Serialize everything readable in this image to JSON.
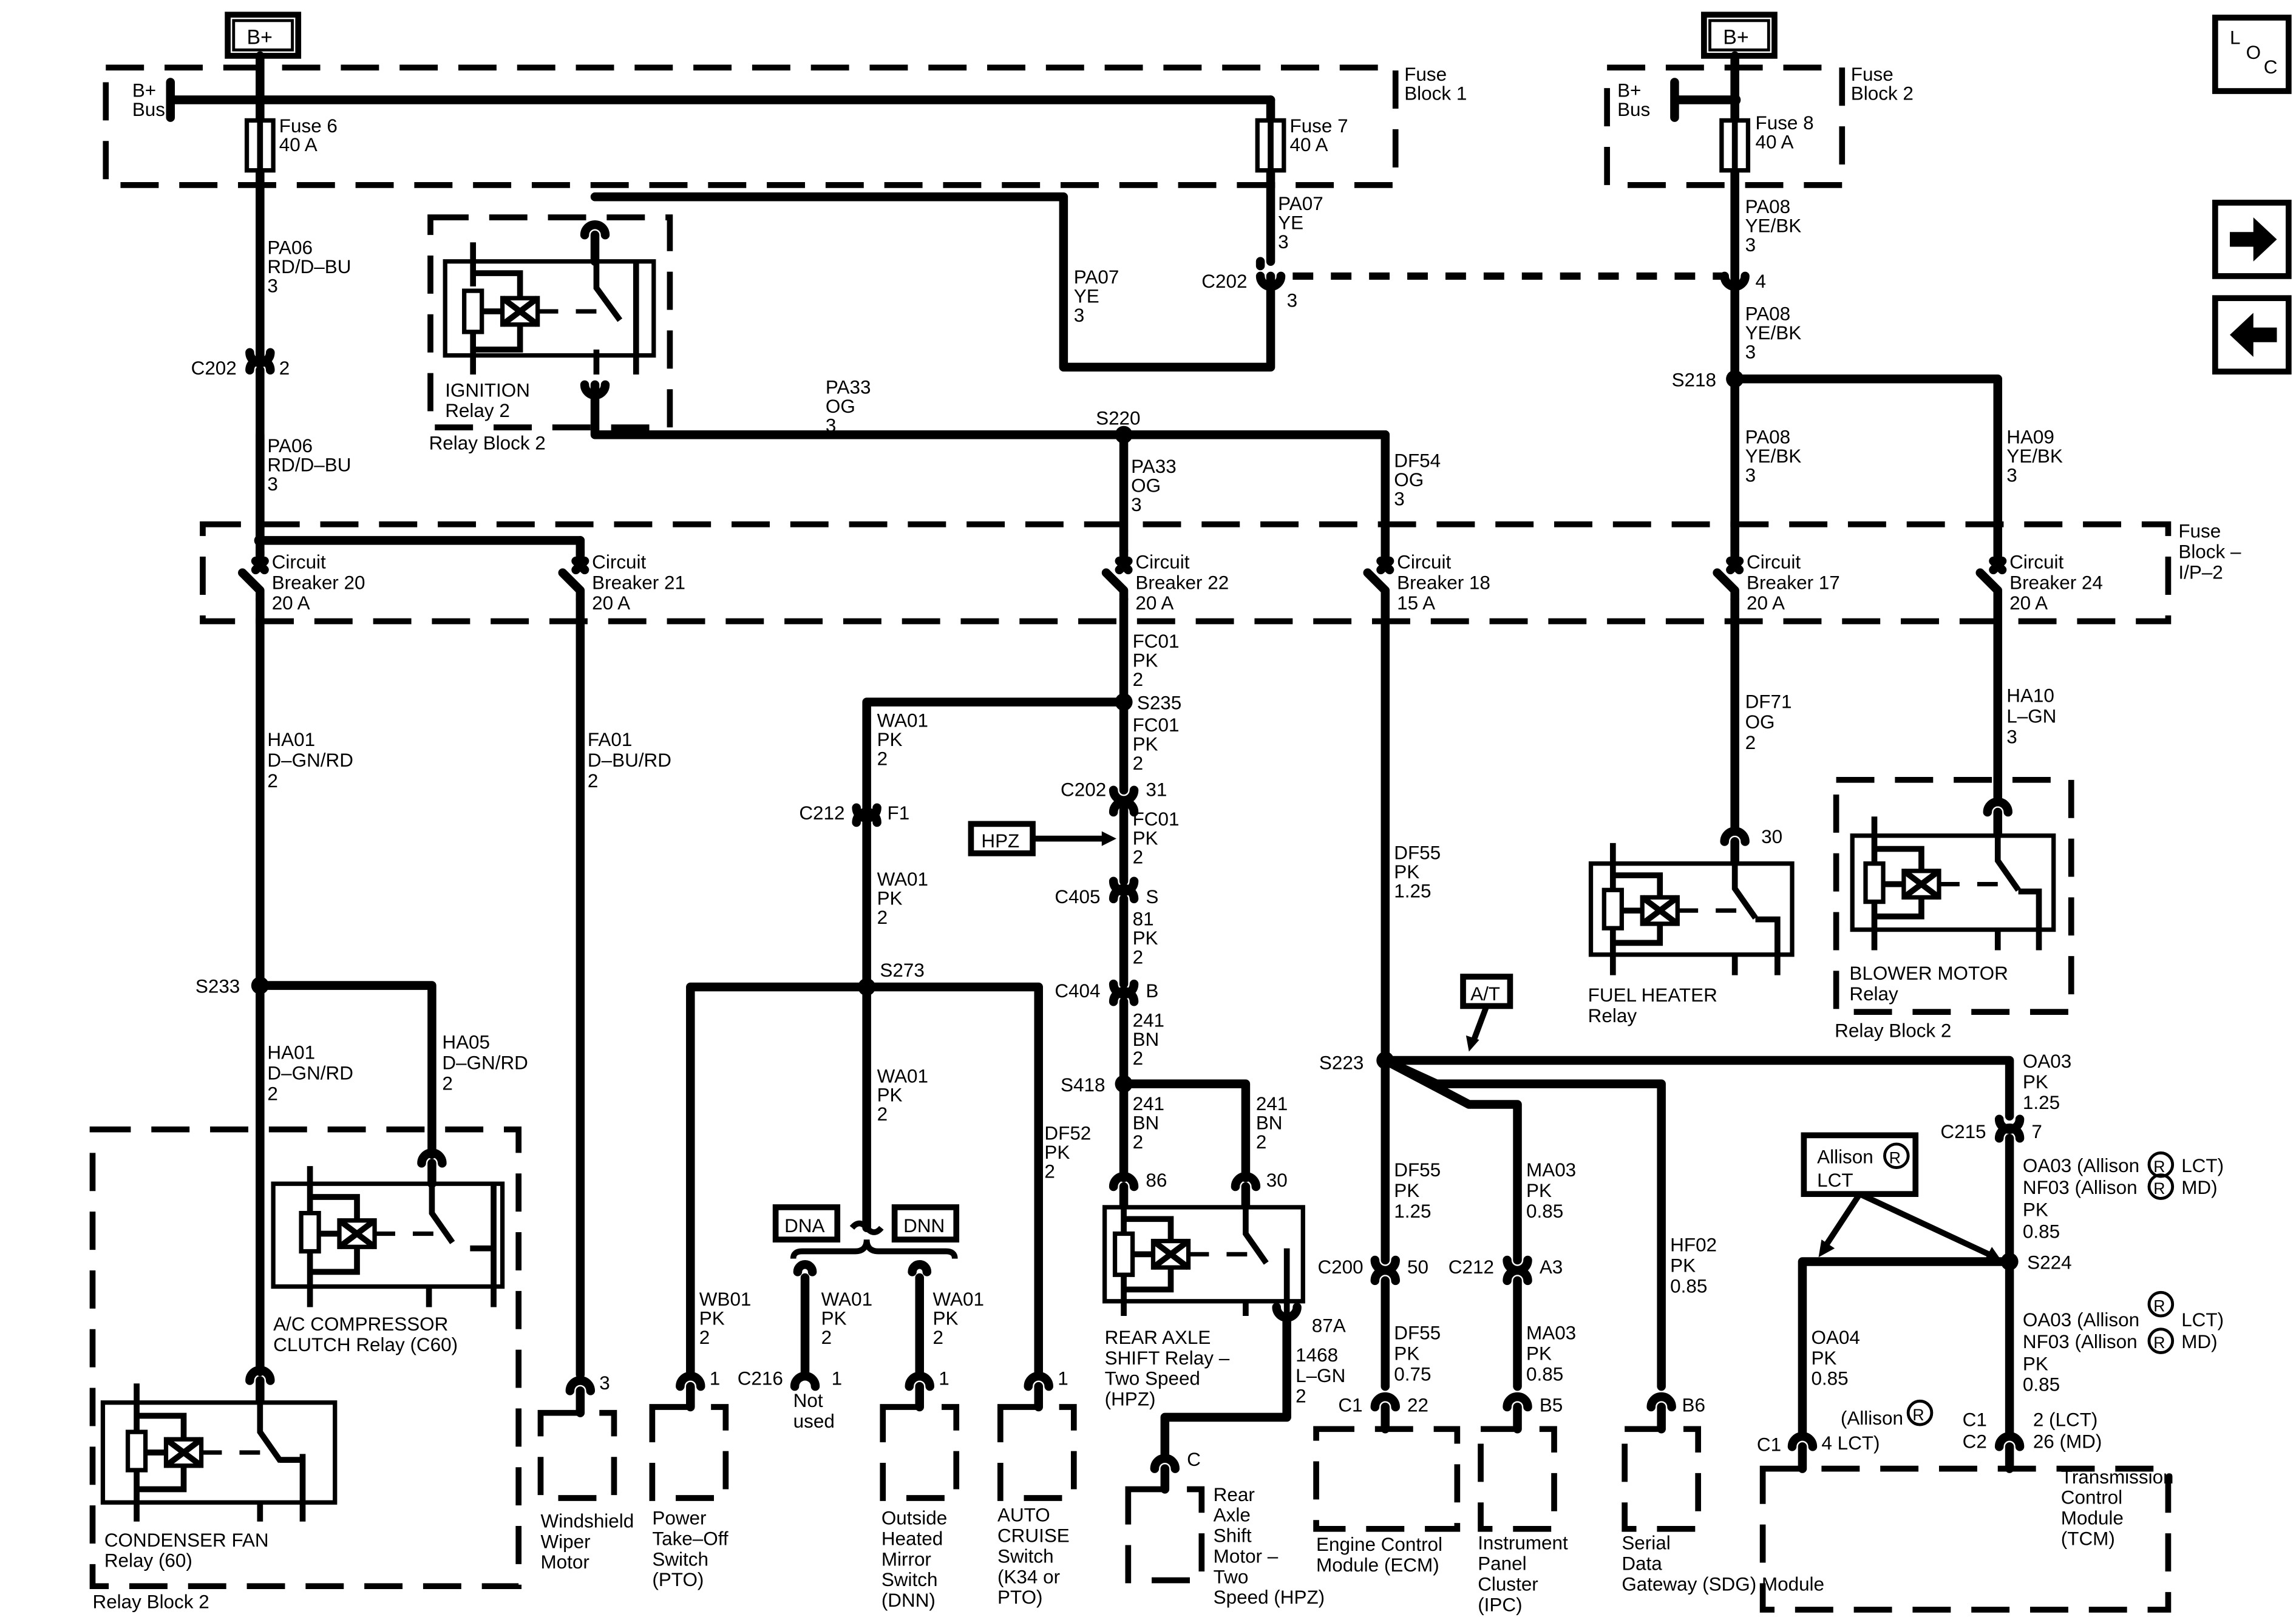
{
  "battery": {
    "left": "B+",
    "right": "B+"
  },
  "loc": {
    "l": "L",
    "o": "O",
    "c": "C"
  },
  "fuse_block_1": {
    "title_1": "Fuse",
    "title_2": "Block 1"
  },
  "fuse_block_2": {
    "title_1": "Fuse",
    "title_2": "Block 2"
  },
  "bus_left": {
    "l1": "B+",
    "l2": "Bus"
  },
  "bus_right": {
    "l1": "B+",
    "l2": "Bus"
  },
  "fuse6": {
    "name": "Fuse 6",
    "rating": "40 A"
  },
  "fuse7": {
    "name": "Fuse 7",
    "rating": "40 A"
  },
  "fuse8": {
    "name": "Fuse 8",
    "rating": "40 A"
  },
  "wires": {
    "pa06_a": [
      "PA06",
      "RD/D–BU",
      "3"
    ],
    "pa06_b": [
      "PA06",
      "RD/D–BU",
      "3"
    ],
    "pa07_a": [
      "PA07",
      "YE",
      "3"
    ],
    "pa07_b": [
      "PA07",
      "YE",
      "3"
    ],
    "pa08_a": [
      "PA08",
      "YE/BK",
      "3"
    ],
    "pa08_b": [
      "PA08",
      "YE/BK",
      "3"
    ],
    "pa08_c": [
      "PA08",
      "YE/BK",
      "3"
    ],
    "ha09": [
      "HA09",
      "YE/BK",
      "3"
    ],
    "pa33_a": [
      "PA33",
      "OG",
      "3"
    ],
    "pa33_b": [
      "PA33",
      "OG",
      "3"
    ],
    "df54": [
      "DF54",
      "OG",
      "3"
    ],
    "fc01_a": [
      "FC01",
      "PK",
      "2"
    ],
    "fc01_b": [
      "FC01",
      "PK",
      "2"
    ],
    "fc01_c": [
      "FC01",
      "PK",
      "2"
    ],
    "wa01_a": [
      "WA01",
      "PK",
      "2"
    ],
    "wa01_b": [
      "WA01",
      "PK",
      "2"
    ],
    "wa01_c": [
      "WA01",
      "PK",
      "2"
    ],
    "wa01_d": [
      "WA01",
      "PK",
      "2"
    ],
    "wa01_e": [
      "WA01",
      "PK",
      "2"
    ],
    "w81": [
      "81",
      "PK",
      "2"
    ],
    "w241_a": [
      "241",
      "BN",
      "2"
    ],
    "w241_b": [
      "241",
      "BN",
      "2"
    ],
    "w241_c": [
      "241",
      "BN",
      "2"
    ],
    "w1468": [
      "1468",
      "L–GN",
      "2"
    ],
    "ha01_a": [
      "HA01",
      "D–GN/RD",
      "2"
    ],
    "ha01_b": [
      "HA01",
      "D–GN/RD",
      "2"
    ],
    "ha05": [
      "HA05",
      "D–GN/RD",
      "2"
    ],
    "fa01": [
      "FA01",
      "D–BU/RD",
      "2"
    ],
    "wb01": [
      "WB01",
      "PK",
      "2"
    ],
    "df52": [
      "DF52",
      "PK",
      "2"
    ],
    "df55_a": [
      "DF55",
      "PK",
      "1.25"
    ],
    "df55_b": [
      "DF55",
      "PK",
      "1.25"
    ],
    "df55_c": [
      "DF55",
      "PK",
      "0.75"
    ],
    "ma03_a": [
      "MA03",
      "PK",
      "0.85"
    ],
    "ma03_b": [
      "MA03",
      "PK",
      "0.85"
    ],
    "hf02": [
      "HF02",
      "PK",
      "0.85"
    ],
    "df71": [
      "DF71",
      "OG",
      "2"
    ],
    "ha10": [
      "HA10",
      "L–GN",
      "3"
    ],
    "oa03_a": [
      "OA03",
      "PK",
      "1.25"
    ],
    "oa04": [
      "OA04",
      "PK",
      "0.85"
    ]
  },
  "oa03_nf03_upper": {
    "l1": "OA03  (Allison",
    "l1b": "LCT)",
    "l2": "NF03  (Allison",
    "l2b": "MD)",
    "l3": "PK",
    "l4": "0.85"
  },
  "oa03_nf03_lower": {
    "l1": "OA03  (Allison",
    "l1b": "LCT)",
    "l2": "NF03  (Allison",
    "l2b": "MD)",
    "l3": "PK",
    "l4": "0.85"
  },
  "registered": "R",
  "connectors": {
    "c202_left": {
      "name": "C202",
      "pin": "2"
    },
    "c202_mid": {
      "name": "C202",
      "pin": "3"
    },
    "c202_right_pin": "4",
    "c202_fc": {
      "name": "C202",
      "pin": "31"
    },
    "c212_f1": {
      "name": "C212",
      "pin": "F1"
    },
    "c405": {
      "name": "C405",
      "pin": "S"
    },
    "c404": {
      "name": "C404",
      "pin": "B"
    },
    "c200": {
      "name": "C200",
      "pin": "50"
    },
    "c212_a3": {
      "name": "C212",
      "pin": "A3"
    },
    "c215": {
      "name": "C215",
      "pin": "7"
    },
    "c216": {
      "name": "C216",
      "pin": "1"
    },
    "ecm_pin": {
      "name": "C1",
      "pin": "22"
    },
    "ipc_pin": "B5",
    "sdg_pin": "B6",
    "tcm_c1": "C1",
    "tcm_c1c2": {
      "c1": "C1",
      "c2": "C2"
    },
    "tcm_left_pin": "(Allison",
    "tcm_left_pin2": "4 LCT)",
    "tcm_right_pin": "2 (LCT)",
    "tcm_right_pin2": "26 (MD)",
    "relay_86": "86",
    "relay_30": "30",
    "relay_87a": "87A",
    "motor_c": "C",
    "fuel_30": "30",
    "wiper_pin": "3",
    "pto_pin": "1",
    "mirror_pin": "1",
    "cruise_pin": "1"
  },
  "splices": [
    "S220",
    "S218",
    "S235",
    "S273",
    "S233",
    "S418",
    "S223",
    "S224"
  ],
  "fuse_block_ip2": {
    "l1": "Fuse",
    "l2": "Block –",
    "l3": "I/P–2"
  },
  "breakers": [
    {
      "l1": "Circuit",
      "l2": "Breaker 20",
      "l3": "20 A"
    },
    {
      "l1": "Circuit",
      "l2": "Breaker 21",
      "l3": "20 A"
    },
    {
      "l1": "Circuit",
      "l2": "Breaker 22",
      "l3": "20 A"
    },
    {
      "l1": "Circuit",
      "l2": "Breaker 18",
      "l3": "15 A"
    },
    {
      "l1": "Circuit",
      "l2": "Breaker 17",
      "l3": "20 A"
    },
    {
      "l1": "Circuit",
      "l2": "Breaker 24",
      "l3": "20 A"
    }
  ],
  "ignition_relay": {
    "l1": "IGNITION",
    "l2": "Relay 2",
    "block": "Relay Block 2"
  },
  "fuel_heater": {
    "l1": "FUEL HEATER",
    "l2": "Relay"
  },
  "blower": {
    "l1": "BLOWER MOTOR",
    "l2": "Relay",
    "block": "Relay Block 2"
  },
  "ac_relay": {
    "l1": "A/C COMPRESSOR",
    "l2": "CLUTCH Relay (C60)"
  },
  "condenser": {
    "l1": "CONDENSER FAN",
    "l2": "Relay (60)",
    "block": "Relay Block 2"
  },
  "rear_axle_relay": {
    "l1": "REAR AXLE",
    "l2": "SHIFT Relay –",
    "l3": "Two Speed",
    "l4": "(HPZ)"
  },
  "option_tags": {
    "hpz": "HPZ",
    "at": "A/T",
    "dna": "DNA",
    "dnn": "DNN",
    "allison": "Allison",
    "lct": "LCT"
  },
  "not_used": {
    "l1": "Not",
    "l2": "used"
  },
  "components": {
    "wiper": [
      "Windshield",
      "Wiper",
      "Motor"
    ],
    "pto": [
      "Power",
      "Take–Off",
      "Switch",
      "(PTO)"
    ],
    "mirror": [
      "Outside",
      "Heated",
      "Mirror",
      "Switch",
      "(DNN)"
    ],
    "cruise": [
      "AUTO",
      "CRUISE",
      "Switch",
      "(K34 or",
      "PTO)"
    ],
    "axle_motor": [
      "Rear",
      "Axle",
      "Shift",
      "Motor –",
      "Two",
      "Speed (HPZ)"
    ],
    "ecm": [
      "Engine Control",
      "Module (ECM)"
    ],
    "ipc": [
      "Instrument",
      "Panel",
      "Cluster",
      "(IPC)"
    ],
    "sdg": [
      "Serial",
      "Data",
      "Gateway (SDG) Module"
    ],
    "tcm": [
      "Transmission",
      "Control",
      "Module",
      "(TCM)"
    ]
  },
  "nav": {
    "next": "next-page",
    "prev": "previous-page"
  }
}
